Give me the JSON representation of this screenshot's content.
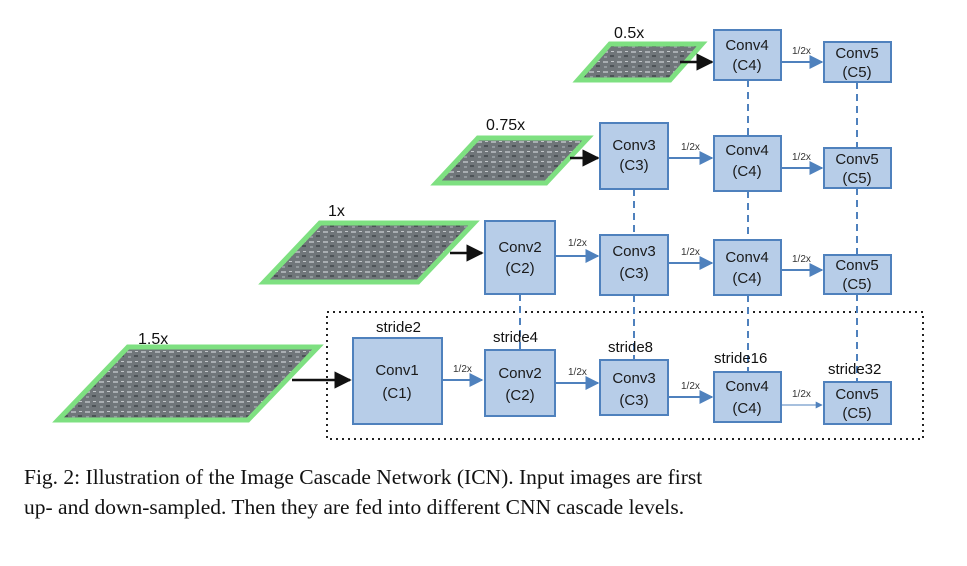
{
  "scales": [
    "0.5x",
    "0.75x",
    "1x",
    "1.5x"
  ],
  "conv_boxes": {
    "c1": [
      "Conv1",
      "(C1)"
    ],
    "c2": [
      "Conv2",
      "(C2)"
    ],
    "c3": [
      "Conv3",
      "(C3)"
    ],
    "c4": [
      "Conv4",
      "(C4)"
    ],
    "c5": [
      "Conv5",
      "(C5)"
    ]
  },
  "strides": [
    "stride2",
    "stride4",
    "stride8",
    "stride16",
    "stride32"
  ],
  "downsample_label": "1/2x",
  "caption": {
    "line1": "Fig. 2: Illustration of the Image Cascade Network (ICN). Input images are first",
    "line2": "up- and down-sampled. Then they are fed into different CNN cascade levels."
  },
  "colors": {
    "box_fill": "#b7cde8",
    "box_stroke": "#4f81bd",
    "arrow": "#4f81bd",
    "image_border": "#7ee081",
    "image_fill": "#6f7478"
  }
}
